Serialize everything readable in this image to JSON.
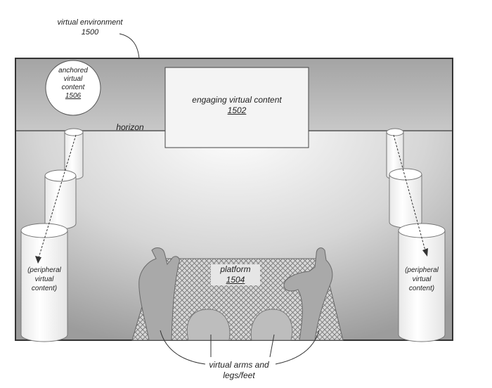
{
  "labels": {
    "environment": {
      "name": "virtual environment",
      "number": "1500"
    },
    "anchored": {
      "line1": "anchored",
      "line2": "virtual",
      "line3": "content",
      "number": "1506"
    },
    "engaging": {
      "name": "engaging virtual content",
      "number": "1502"
    },
    "horizon": "horizon",
    "platform": {
      "name": "platform",
      "number": "1504"
    },
    "peripheral_left": {
      "line1": "(peripheral",
      "line2": "virtual",
      "line3": "content)"
    },
    "peripheral_right": {
      "line1": "(peripheral",
      "line2": "virtual",
      "line3": "content)"
    },
    "limbs": {
      "line1": "virtual arms and",
      "line2": "legs/feet"
    }
  }
}
